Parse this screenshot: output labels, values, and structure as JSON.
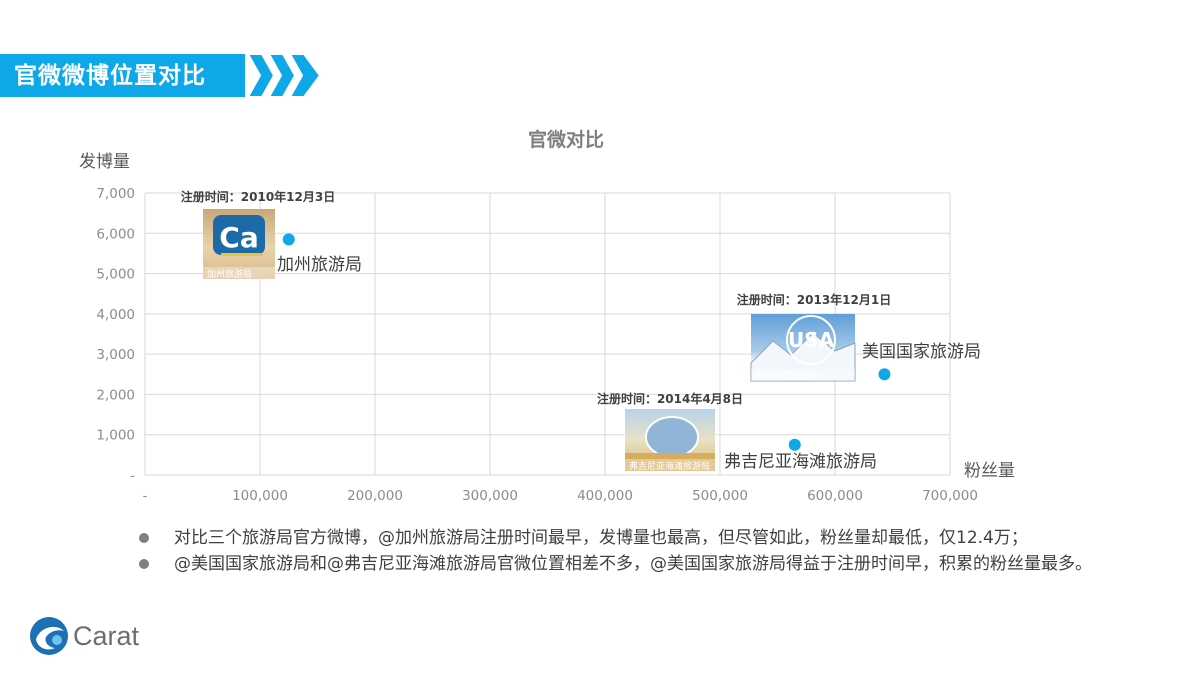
{
  "header": {
    "title": "官微微博位置对比"
  },
  "chart_data": {
    "type": "scatter",
    "title": "官微对比",
    "ylabel": "发博量",
    "xlabel": "粉丝量",
    "xlim": [
      0,
      700000
    ],
    "ylim": [
      0,
      7000
    ],
    "x_ticks": [
      "-",
      "100,000",
      "200,000",
      "300,000",
      "400,000",
      "500,000",
      "600,000",
      "700,000"
    ],
    "y_ticks": [
      "-",
      "1,000",
      "2,000",
      "3,000",
      "4,000",
      "5,000",
      "6,000",
      "7,000"
    ],
    "grid": true,
    "point_color": "#0ea7e8",
    "points": [
      {
        "label": "加州旅游局",
        "x": 125000,
        "y": 5850,
        "registered": "注册时间：2010年12月3日",
        "thumb_text": "加州旅游局",
        "thumb_badge": "Ca"
      },
      {
        "label": "美国国家旅游局",
        "x": 643000,
        "y": 2500,
        "registered": "注册时间：2013年12月1日",
        "thumb_text": "美国国家旅游局",
        "thumb_badge": "USA"
      },
      {
        "label": "弗吉尼亚海滩旅游局",
        "x": 565000,
        "y": 750,
        "registered": "注册时间：2014年4月8日",
        "thumb_text": "弗吉尼亚海滩旅游局",
        "thumb_badge": ""
      }
    ]
  },
  "notes": [
    "对比三个旅游局官方微博，@加州旅游局注册时间最早，发博量也最高，但尽管如此，粉丝量却最低，仅12.4万；",
    "@美国国家旅游局和@弗吉尼亚海滩旅游局官微位置相差不多，@美国国家旅游局得益于注册时间早，积累的粉丝量最多。"
  ],
  "logo": {
    "text": "Carat"
  },
  "colors": {
    "accent": "#0ea7e8",
    "grid": "#d9d9d9",
    "bullet": "#7f7f7f"
  }
}
